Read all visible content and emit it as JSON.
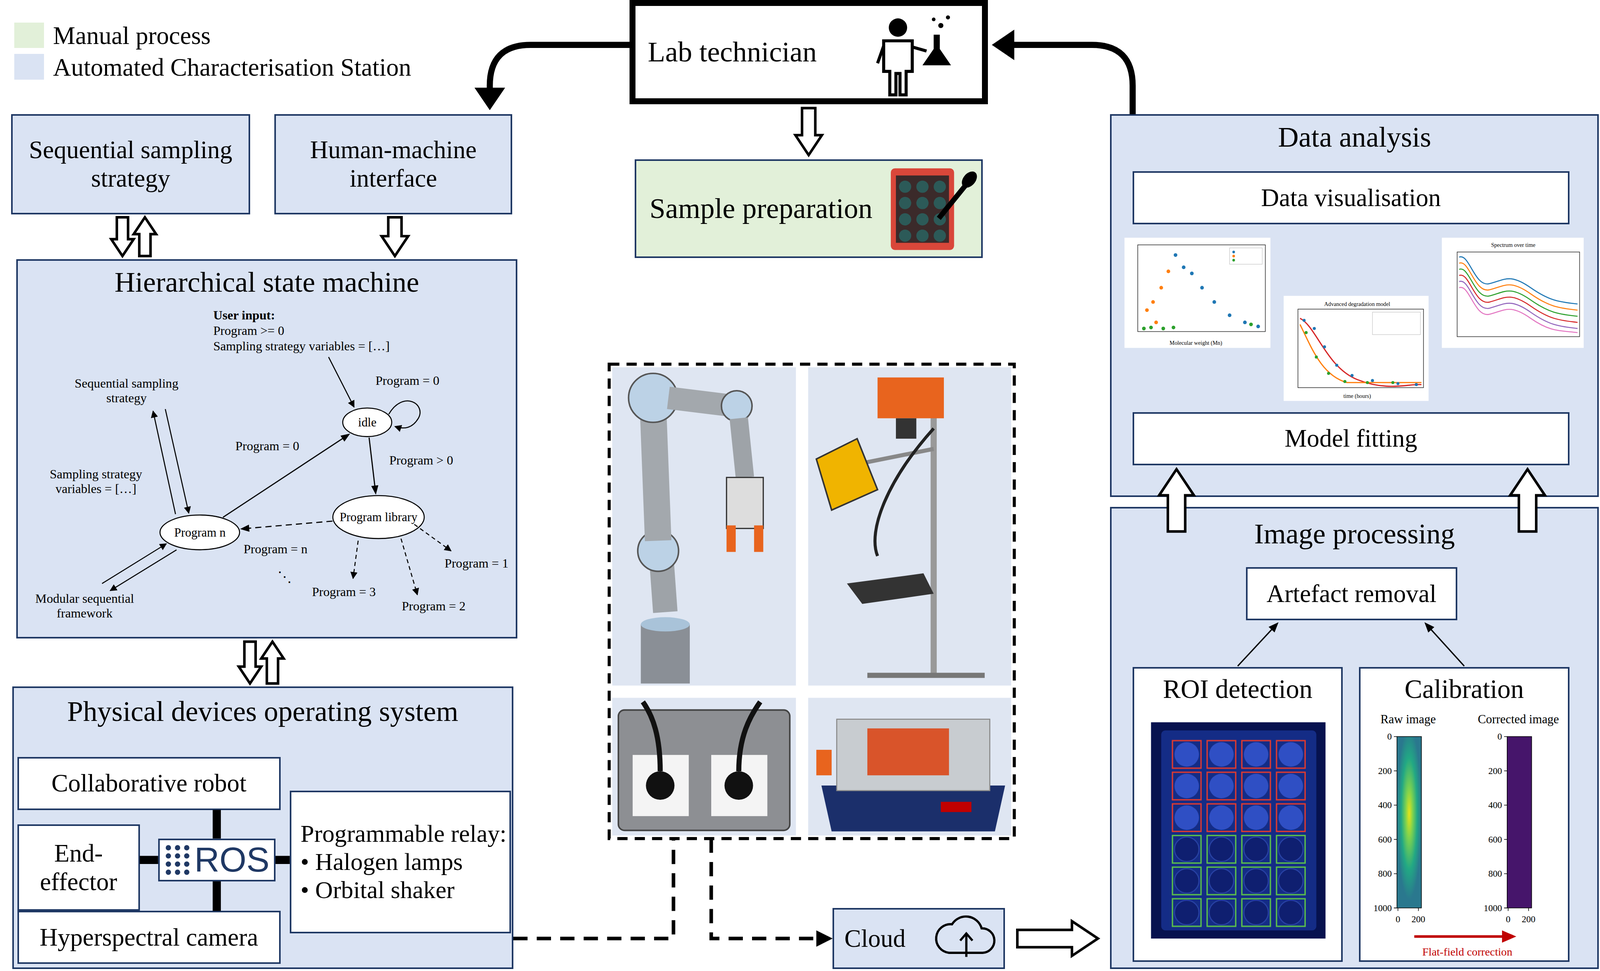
{
  "diagram": {
    "nodes": [
      {
        "text": [
          "Lab technician"
        ]
      },
      {
        "text": [
          "Sequential sampling strategy"
        ]
      },
      {
        "text": [
          "Human-machine interface"
        ]
      },
      {
        "text": [
          "Sample preparation"
        ]
      },
      {
        "text": [
          "Hierarchical state machine"
        ]
      },
      {
        "text": [
          "idle"
        ],
        "in": 4
      },
      {
        "text": [
          "Program library"
        ],
        "in": 4
      },
      {
        "text": [
          "Program n"
        ],
        "in": 4
      },
      {
        "text": [
          "Physical devices operating system"
        ]
      },
      {
        "text": [
          "Collaborative robot"
        ],
        "in": 8
      },
      {
        "text": [
          "End-effector"
        ],
        "in": 8
      },
      {
        "text": [
          "ROS"
        ],
        "in": 8
      },
      {
        "text": [
          "Programmable relay:",
          "• Halogen lamps",
          "• Orbital shaker"
        ],
        "in": 8
      },
      {
        "text": [
          "Hyperspectral camera"
        ],
        "in": 8
      },
      {
        "text": [
          "Cloud"
        ]
      },
      {
        "text": [
          "Data analysis"
        ]
      },
      {
        "text": [
          "Data visualisation"
        ],
        "in": 15
      },
      {
        "text": [
          "Model fitting"
        ],
        "in": 15
      },
      {
        "text": [
          "Image processing"
        ]
      },
      {
        "text": [
          "Artefact removal"
        ],
        "in": 18
      },
      {
        "text": [
          "ROI detection"
        ],
        "in": 18
      },
      {
        "text": [
          "Calibration"
        ],
        "in": 18
      }
    ],
    "edges": [
      {
        "from": 0,
        "to": 2,
        "arrow": "to"
      },
      {
        "from": 0,
        "to": 3,
        "arrow": "to"
      },
      {
        "from": 15,
        "to": 0,
        "arrow": "to"
      },
      {
        "from": 1,
        "to": 4,
        "arrow": "to"
      },
      {
        "from": 4,
        "to": 1,
        "arrow": "to"
      },
      {
        "from": 2,
        "to": 4,
        "arrow": "to"
      },
      {
        "from": 4,
        "to": 8,
        "arrow": "to"
      },
      {
        "from": 8,
        "to": 4,
        "arrow": "to"
      },
      {
        "from": 5,
        "to": 6,
        "label": "Program > 0",
        "arrow": "to"
      },
      {
        "from": 6,
        "to": 7,
        "label": "Program = n",
        "arrow": "to"
      },
      {
        "from": 7,
        "to": 5,
        "label": "Program = 0",
        "arrow": "to"
      },
      {
        "from": 8,
        "to": 14,
        "arrow": "to"
      },
      {
        "from": 14,
        "to": 18,
        "arrow": "to"
      },
      {
        "from": 18,
        "to": 15,
        "arrow": "to"
      },
      {
        "from": 18,
        "to": 15,
        "arrow": "to"
      },
      {
        "from": 20,
        "to": 19,
        "arrow": "to"
      },
      {
        "from": 21,
        "to": 19,
        "arrow": "to"
      },
      {
        "from": 11,
        "to": 9,
        "arrow": "none"
      },
      {
        "from": 11,
        "to": 10,
        "arrow": "none"
      },
      {
        "from": 11,
        "to": 13,
        "arrow": "none"
      },
      {
        "from": 11,
        "to": 12,
        "arrow": "none"
      }
    ],
    "labels": [
      "User input:",
      "Program >= 0",
      "Sampling strategy variables = […]",
      "Program = 0",
      "Sequential sampling strategy",
      "Sampling strategy variables = […]",
      "Modular sequential framework",
      "Program = 1",
      "Program = 2",
      "Program = 3",
      "⋱",
      "Raw image",
      "Corrected image",
      "0",
      "200",
      "400",
      "600",
      "800",
      "1000",
      "0",
      "200",
      "0",
      "200",
      "400",
      "600",
      "800",
      "1000",
      "0",
      "200",
      "Flat-field correction",
      "Molecular weight (Mn)",
      "Advanced degradation model",
      "time (hours)",
      "Spectrum over time"
    ],
    "legend": [
      {
        "text": "Manual process",
        "color": "#e2f0d9"
      },
      {
        "text": "Automated Characterisation Station",
        "color": "#dae3f3"
      }
    ]
  }
}
